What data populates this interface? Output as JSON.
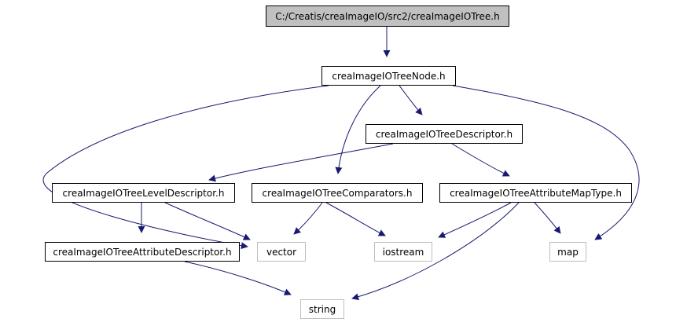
{
  "graph": {
    "nodes": {
      "root": "C:/Creatis/creaImageIO/src2/creaImageIOTree.h",
      "tree_node": "creaImageIOTreeNode.h",
      "tree_descriptor": "creaImageIOTreeDescriptor.h",
      "level_descriptor": "creaImageIOTreeLevelDescriptor.h",
      "comparators": "creaImageIOTreeComparators.h",
      "attribute_map_type": "creaImageIOTreeAttributeMapType.h",
      "attribute_descriptor": "creaImageIOTreeAttributeDescriptor.h",
      "vector": "vector",
      "iostream": "iostream",
      "map": "map",
      "string": "string"
    },
    "edges": [
      {
        "from": "root",
        "to": "tree_node"
      },
      {
        "from": "tree_node",
        "to": "tree_descriptor"
      },
      {
        "from": "tree_node",
        "to": "comparators"
      },
      {
        "from": "tree_node",
        "to": "vector"
      },
      {
        "from": "tree_node",
        "to": "map"
      },
      {
        "from": "tree_descriptor",
        "to": "level_descriptor"
      },
      {
        "from": "tree_descriptor",
        "to": "attribute_map_type"
      },
      {
        "from": "level_descriptor",
        "to": "attribute_descriptor"
      },
      {
        "from": "level_descriptor",
        "to": "vector"
      },
      {
        "from": "comparators",
        "to": "vector"
      },
      {
        "from": "comparators",
        "to": "iostream"
      },
      {
        "from": "attribute_map_type",
        "to": "iostream"
      },
      {
        "from": "attribute_map_type",
        "to": "map"
      },
      {
        "from": "attribute_map_type",
        "to": "string"
      },
      {
        "from": "attribute_descriptor",
        "to": "string"
      }
    ],
    "colors": {
      "edge": "#191970",
      "root_fill": "#c0c0c0",
      "node_border": "#000000",
      "system_header_border": "#bfbfbf"
    }
  }
}
